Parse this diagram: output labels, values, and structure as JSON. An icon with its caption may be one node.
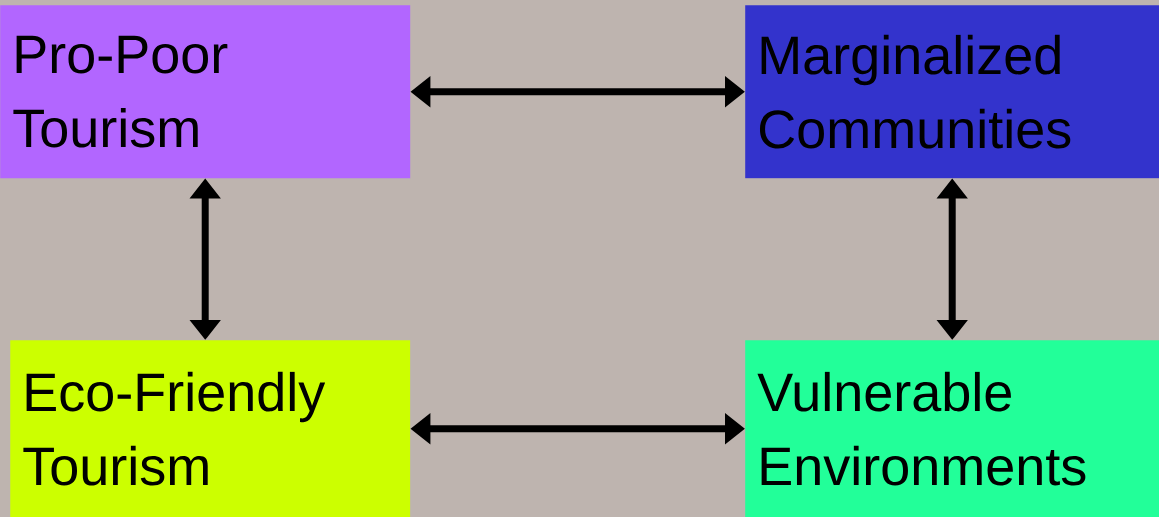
{
  "diagram": {
    "nodes": [
      {
        "text": [
          "Pro-Poor Tourism"
        ]
      },
      {
        "text": [
          "Marginalized Communities"
        ]
      },
      {
        "text": [
          "Eco-Friendly Tourism"
        ]
      },
      {
        "text": [
          "Vulnerable Environments"
        ]
      }
    ],
    "edges": [
      {
        "from": 0,
        "to": 1,
        "arrow": "both"
      },
      {
        "from": 0,
        "to": 2,
        "arrow": "both"
      },
      {
        "from": 1,
        "to": 3,
        "arrow": "both"
      },
      {
        "from": 2,
        "to": 3,
        "arrow": "both"
      }
    ]
  }
}
